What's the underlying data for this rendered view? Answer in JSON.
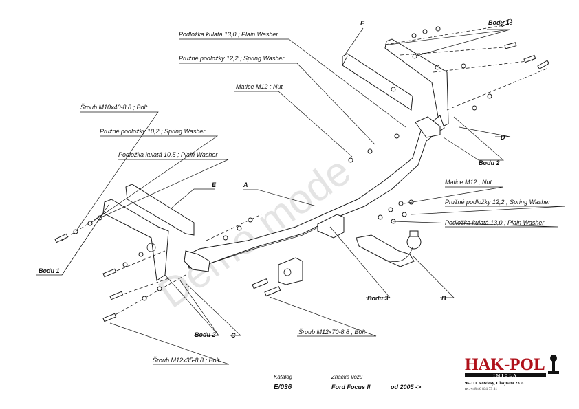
{
  "labels": {
    "plain_washer_13_top": "Podložka kulatá 13,0 ;  Plain Washer",
    "spring_washer_12_top": "Pružné podložky  12,2 ; Spring Washer",
    "nut_m12_top": "Matice  M12 ; Nut",
    "bolt_m10": "Šroub M10x40-8.8 ;  Bolt",
    "spring_washer_10": "Pružné podložky  10,2 ; Spring Washer",
    "plain_washer_10": "Podložka kulatá 10,5 ;  Plain Washer",
    "nut_m12_right": "Matice  M12 ; Nut",
    "spring_washer_12_right": "Pružné podložky  12,2 ; Spring Washer",
    "plain_washer_13_right": "Podložka kulatá 13,0 ;  Plain Washer",
    "bolt_m12x70": "Šroub M12x70-8.8 ;  Bolt",
    "bolt_m12x35": "Šroub M12x35-8.8 ;  Bolt",
    "point_e_top": "E",
    "point_e_left": "E",
    "point_a": "A",
    "point_b": "B",
    "point_c": "C",
    "point_d": "D",
    "bodu1_top": "Bodu 1",
    "bodu1_left": "Bodu 1",
    "bodu2_top": "Bodu 2",
    "bodu2_bottom": "Bodu 2",
    "bodu3": "Bodu 3"
  },
  "footer": {
    "katalog_label": "Katalog",
    "katalog_value": "E/036",
    "make_label": "Značka vozu",
    "vehicle": "Ford Focus II",
    "year": "od 2005 ->"
  },
  "brand": {
    "name": "HAK-POL",
    "sub": "IMIOLA",
    "address": "96-111 Kowiesy, Chojnata 23 A",
    "phone": "tel. +48 46 831 73 31",
    "color": "#b0121b"
  },
  "watermark": "Demo mode"
}
